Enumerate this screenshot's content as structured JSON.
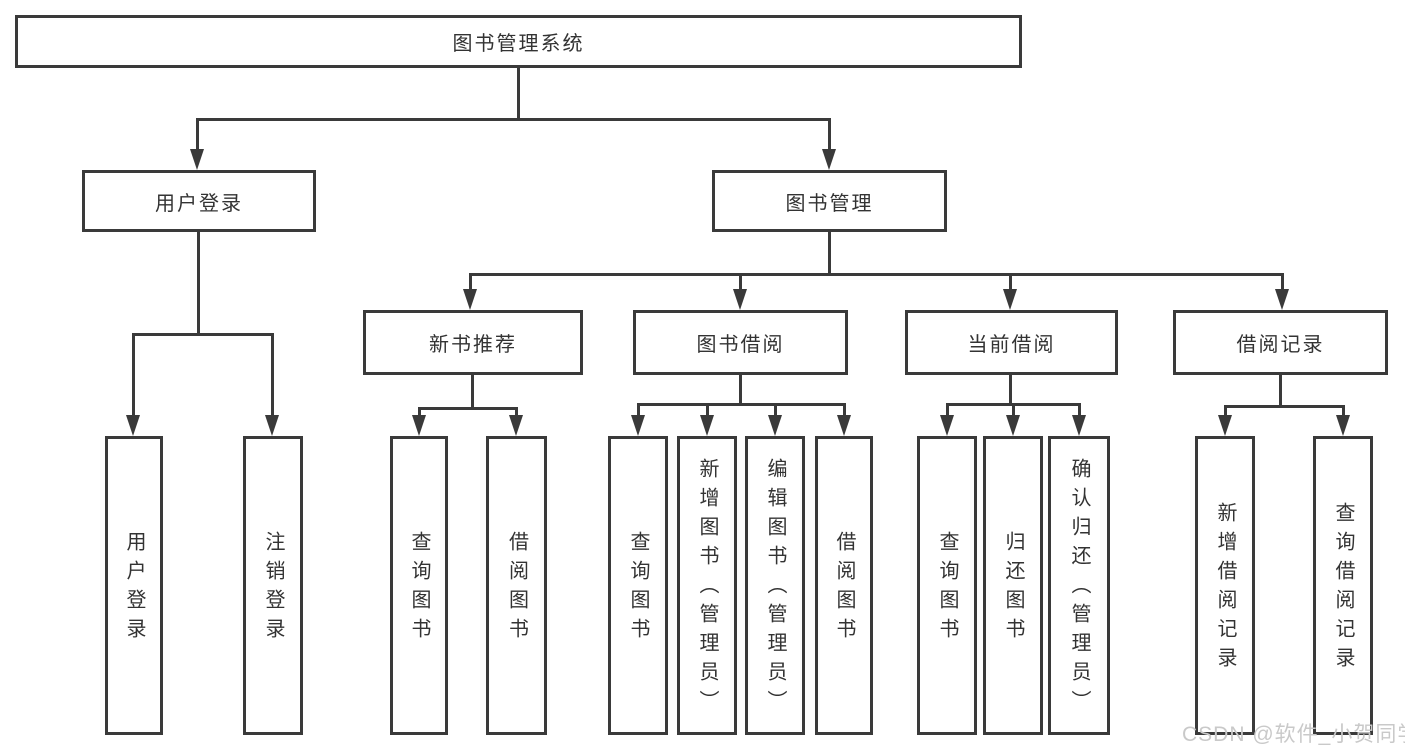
{
  "nodes": {
    "root": "图书管理系统",
    "user_login": "用户登录",
    "book_mgmt": "图书管理",
    "new_book_rec": "新书推荐",
    "book_borrow": "图书借阅",
    "current_borrow": "当前借阅",
    "borrow_records": "借阅记录",
    "leaf_user_login": "用户登录",
    "leaf_logout": "注销登录",
    "leaf_query_book_1": "查询图书",
    "leaf_borrow_book_1": "借阅图书",
    "leaf_query_book_2": "查询图书",
    "leaf_add_book_admin": "新增图书（管理员）",
    "leaf_edit_book_admin": "编辑图书（管理员）",
    "leaf_borrow_book_2": "借阅图书",
    "leaf_query_book_3": "查询图书",
    "leaf_return_book": "归还图书",
    "leaf_confirm_return_admin": "确认归还（管理员）",
    "leaf_add_borrow_record": "新增借阅记录",
    "leaf_query_borrow_record": "查询借阅记录"
  },
  "watermark": "CSDN @软件_小贺同学",
  "colors": {
    "line": "#3a3a3a",
    "text": "#333333",
    "watermark": "#c9c9c9",
    "background": "#ffffff"
  }
}
